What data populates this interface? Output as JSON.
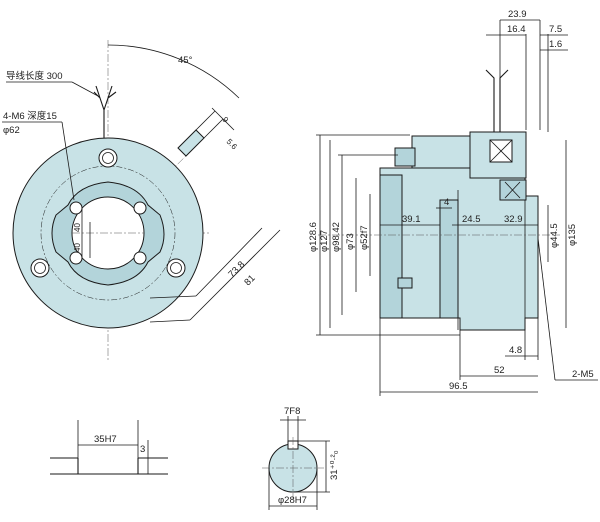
{
  "colors": {
    "part_fill": "#c8e2e6",
    "part_dark": "#b3d4da",
    "line": "#1a1a1a",
    "background": "#ffffff"
  },
  "front_view": {
    "lead_length": "导线长度 300",
    "holes": "4-M6 深度15",
    "pcd": "φ62",
    "angle": "45°",
    "inner_40_a": "40",
    "inner_40_b": "40",
    "dim_9": "9",
    "dim_5_6": "5.6",
    "dim_73_8": "73.8",
    "dim_81": "81",
    "bore": "35H7",
    "dim_3": "3"
  },
  "side_view": {
    "dim_23_9": "23.9",
    "dim_16_4": "16.4",
    "dim_7_5": "7.5",
    "dim_1_6": "1.6",
    "dia_128_6": "φ128.6",
    "dia_127": "φ127",
    "dia_98_42": "φ98.42",
    "dia_73": "φ73",
    "dia_52": "φ52f7",
    "dim_39_1": "39.1",
    "dim_4": "4",
    "dim_24_5": "24.5",
    "dim_32_9": "32.9",
    "dia_44_5": "φ44.5",
    "dia_135": "φ135",
    "dim_4_8": "4.8",
    "dim_52": "52",
    "dim_96_5": "96.5",
    "taps": "2-M5"
  },
  "shaft_detail": {
    "key_width": "7F8",
    "key_depth": "31⁺⁰·²₀",
    "shaft_dia": "φ28H7"
  }
}
